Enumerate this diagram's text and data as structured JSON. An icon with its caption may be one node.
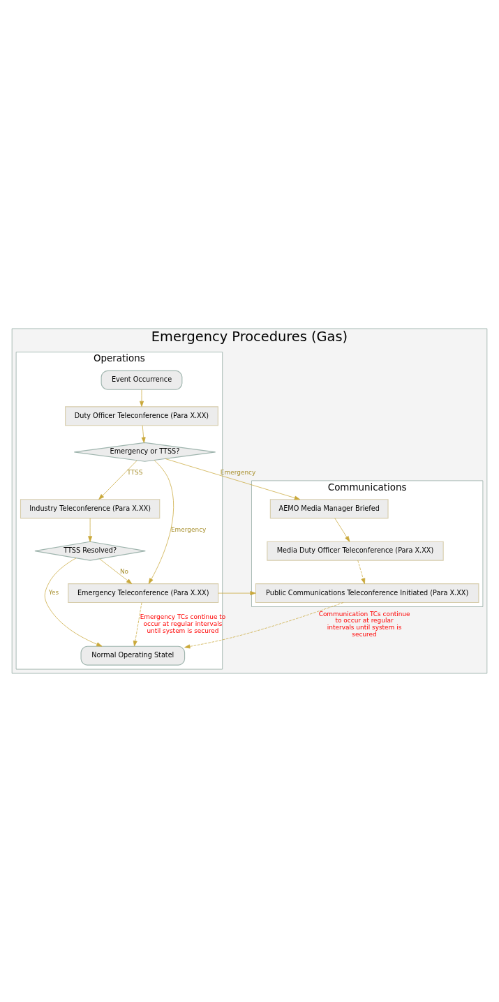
{
  "diagram": {
    "nodes": [
      {
        "text": [
          "Emergency Procedures (Gas)"
        ]
      },
      {
        "text": [
          "Operations"
        ],
        "in": 0
      },
      {
        "text": [
          "Communications"
        ],
        "in": 0
      },
      {
        "text": [
          "Event Occurrence"
        ],
        "in": 1
      },
      {
        "text": [
          "Duty Officer Teleconference (Para X.XX)"
        ],
        "in": 1
      },
      {
        "text": [
          "Emergency or TTSS?"
        ],
        "in": 1
      },
      {
        "text": [
          "Industry Teleconference (Para X.XX)"
        ],
        "in": 1
      },
      {
        "text": [
          "TTSS Resolved?"
        ],
        "in": 1
      },
      {
        "text": [
          "Emergency Teleconference (Para X.XX)"
        ],
        "in": 1
      },
      {
        "text": [
          "Normal Operating Statel"
        ],
        "in": 1
      },
      {
        "text": [
          "AEMO Media Manager Briefed"
        ],
        "in": 2
      },
      {
        "text": [
          "Media Duty Officer Teleconference (Para X.XX)"
        ],
        "in": 2
      },
      {
        "text": [
          "Public Communications Teleconference Initiated (Para X.XX)"
        ],
        "in": 2
      }
    ],
    "edges": [
      {
        "from": 3,
        "to": 4,
        "arrow": "to"
      },
      {
        "from": 4,
        "to": 5,
        "arrow": "to"
      },
      {
        "from": 5,
        "to": 10,
        "arrow": "to",
        "label": "Emergency"
      },
      {
        "from": 5,
        "to": 6,
        "arrow": "to",
        "label": "TTSS"
      },
      {
        "from": 5,
        "to": 8,
        "arrow": "to",
        "label": "Emergency"
      },
      {
        "from": 6,
        "to": 7,
        "arrow": "to"
      },
      {
        "from": 7,
        "to": 9,
        "arrow": "to",
        "label": "Yes"
      },
      {
        "from": 7,
        "to": 8,
        "arrow": "to",
        "label": "No"
      },
      {
        "from": 8,
        "to": 12,
        "arrow": "to"
      },
      {
        "from": 10,
        "to": 11,
        "arrow": "to"
      },
      {
        "from": 11,
        "to": 12,
        "arrow": "to",
        "style": "dashed"
      },
      {
        "from": 8,
        "to": 9,
        "arrow": "to",
        "style": "dashed",
        "label": "Emergency TCs continue to occur at regular intervals until system is secured"
      },
      {
        "from": 12,
        "to": 9,
        "arrow": "to",
        "style": "dashed",
        "label": "Communication TCs continue to occur at regular intervals until system is secured"
      }
    ]
  }
}
